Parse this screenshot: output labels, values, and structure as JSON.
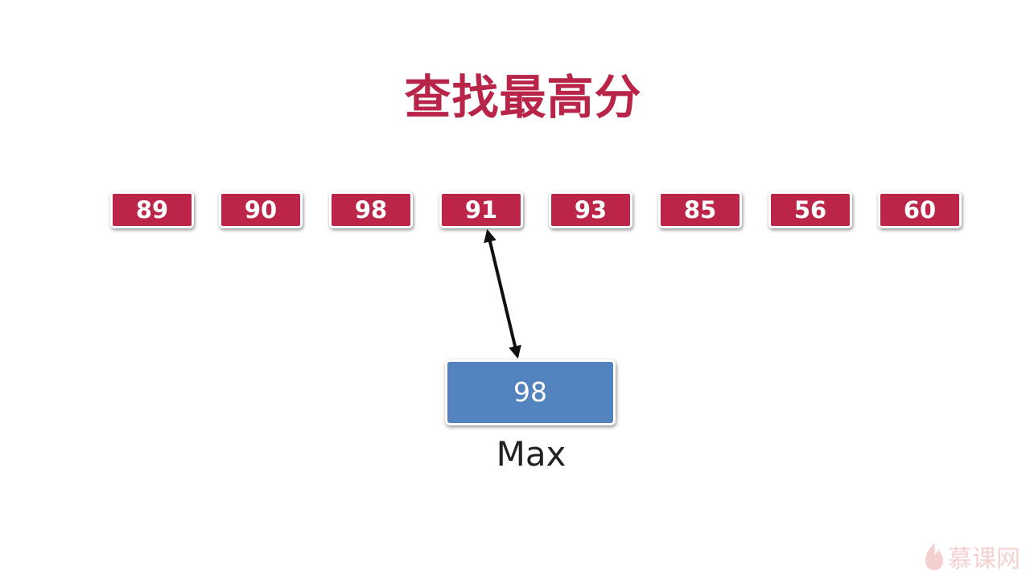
{
  "title": "查找最高分",
  "scores": [
    "89",
    "90",
    "98",
    "91",
    "93",
    "85",
    "56",
    "60"
  ],
  "pointer_index": 3,
  "max": {
    "value": "98",
    "label": "Max"
  },
  "logo": {
    "text": "慕课网",
    "icon": "flame-icon"
  },
  "colors": {
    "title": "#b82549",
    "score_box": "#bc2448",
    "max_box": "#5383be",
    "arrow": "#111111"
  }
}
